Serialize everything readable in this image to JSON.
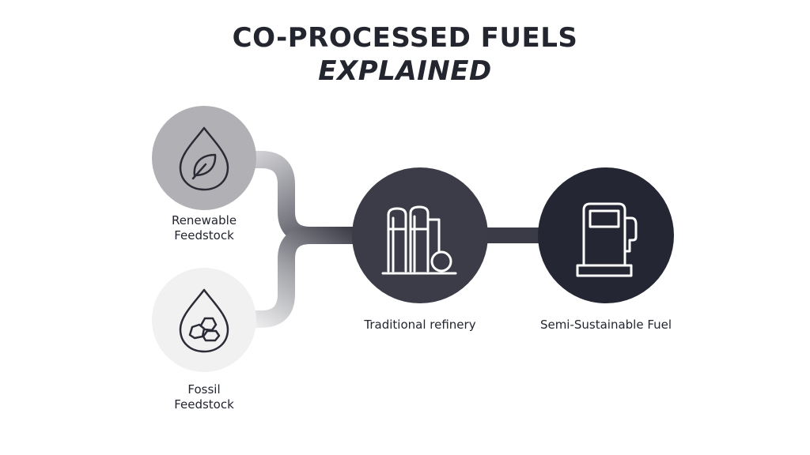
{
  "title": {
    "line1": "CO-PROCESSED FUELS",
    "line2": "EXPLAINED"
  },
  "nodes": [
    {
      "id": "renewable",
      "label_line1": "Renewable",
      "label_line2": "Feedstock",
      "icon": "leaf-drop-icon",
      "color": "#b1b1b5"
    },
    {
      "id": "fossil",
      "label_line1": "Fossil",
      "label_line2": "Feedstock",
      "icon": "coal-drop-icon",
      "color": "#f1f1f2"
    },
    {
      "id": "refinery",
      "label": "Traditional refinery",
      "icon": "refinery-icon",
      "color": "#3b3c48"
    },
    {
      "id": "fuel",
      "label": "Semi-Sustainable Fuel",
      "icon": "fuel-pump-icon",
      "color": "#242633"
    }
  ],
  "colors": {
    "connector_dark": "#3a3b46",
    "connector_light": "#e9e9ea",
    "text": "#23252f"
  }
}
